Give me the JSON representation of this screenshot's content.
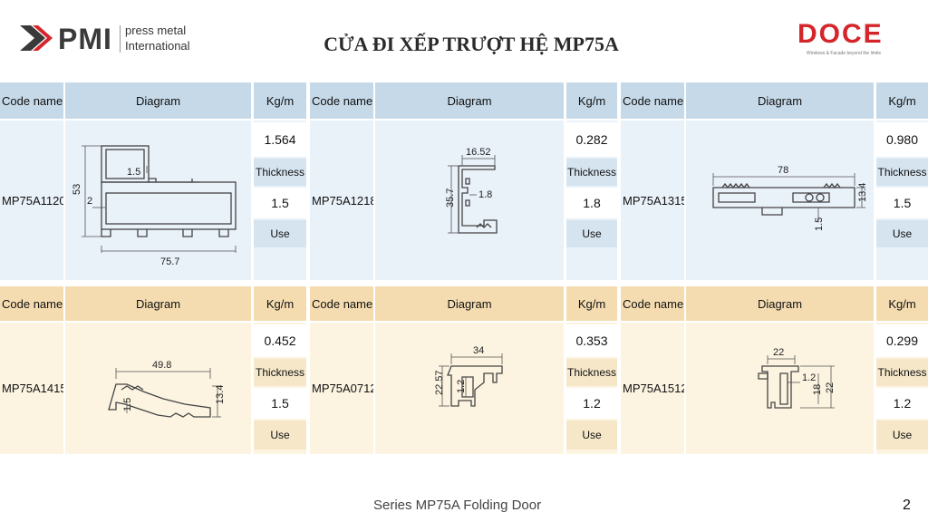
{
  "header": {
    "title": "CỬA ĐI XẾP TRƯỢT HỆ MP75A",
    "pmi": {
      "mark": "PMI",
      "line1": "press metal",
      "line2": "International"
    },
    "doce": {
      "mark": "DOCE",
      "tagline": "Windows & Facade beyond the limits"
    }
  },
  "columns": {
    "code": "Code name",
    "diagram": "Diagram",
    "kg": "Kg/m"
  },
  "labels": {
    "thickness": "Thickness",
    "use": "Use"
  },
  "profiles": [
    {
      "code": "MP75A1120",
      "kg": "1.564",
      "thickness": "1.5",
      "dims": [
        "53",
        "2",
        "1.5",
        "75.7"
      ]
    },
    {
      "code": "MP75A1218",
      "kg": "0.282",
      "thickness": "1.8",
      "dims": [
        "16.52",
        "35.7",
        "1.8"
      ]
    },
    {
      "code": "MP75A1315",
      "kg": "0.980",
      "thickness": "1.5",
      "dims": [
        "78",
        "13.4",
        "1.5"
      ]
    },
    {
      "code": "MP75A1415",
      "kg": "0.452",
      "thickness": "1.5",
      "dims": [
        "49.8",
        "13.4",
        "1.5"
      ]
    },
    {
      "code": "MP75A0712",
      "kg": "0.353",
      "thickness": "1.2",
      "dims": [
        "34",
        "22.57",
        "1.2"
      ]
    },
    {
      "code": "MP75A1512",
      "kg": "0.299",
      "thickness": "1.2",
      "dims": [
        "22",
        "1.2",
        "18",
        "22"
      ]
    }
  ],
  "footer": {
    "series": "Series MP75A Folding Door",
    "page": "2"
  },
  "colors": {
    "header_blue": "#c5d9e8",
    "body_blue": "#e9f1f9",
    "header_tan": "#f5dcb0",
    "body_tan": "#fcf4e1",
    "brand_red": "#d4252b"
  }
}
